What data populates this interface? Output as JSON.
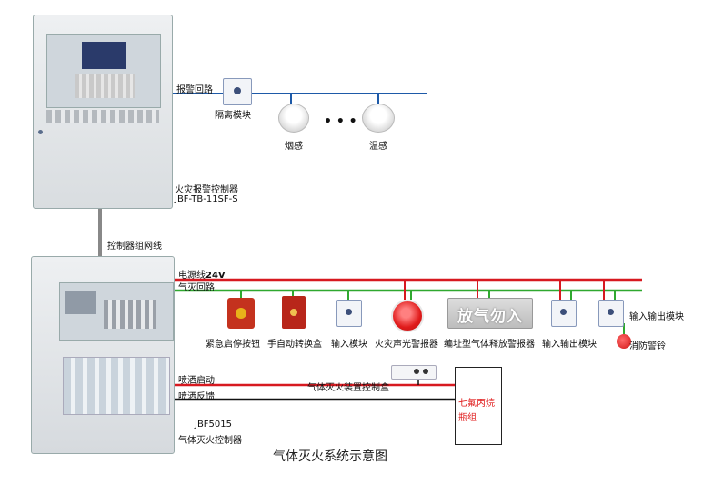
{
  "title": "气体灭火系统示意图",
  "labels": {
    "alarm_loop": "报警回路",
    "isolation_module": "隔离模块",
    "smoke_detector": "烟感",
    "heat_detector": "温感",
    "fire_controller_line1": "火灾报警控制器",
    "fire_controller_line2": "JBF-TB-11SF-S",
    "network_line": "控制器组网线",
    "power_line": "电源线",
    "power_voltage": "24V",
    "extinguish_loop": "气灭回路",
    "emergency_button": "紧急启停按钮",
    "manual_auto_box": "手自动转换盒",
    "input_module": "输入模块",
    "sound_light_alarm": "火灾声光警报器",
    "gas_release_alarm": "编址型气体释放警报器",
    "io_module_a": "输入输出模块",
    "io_module_b": "输入输出模块",
    "fire_bell": "消防警铃",
    "spray_start": "喷洒启动",
    "spray_feedback": "喷洒反馈",
    "control_box": "气体灭火装置控制盒",
    "cylinder_line1": "七氟丙烷",
    "cylinder_line2": "瓶组",
    "gas_controller_model": "JBF5015",
    "gas_controller_name": "气体灭火控制器",
    "release_sign": "放气勿入"
  },
  "colors": {
    "loop_blue": "#1e5aa8",
    "power_red": "#d71920",
    "loop_green": "#2fa82f",
    "signal_black": "#111111",
    "highlight_red": "#e01b1b"
  },
  "ellipsis": "• • •"
}
